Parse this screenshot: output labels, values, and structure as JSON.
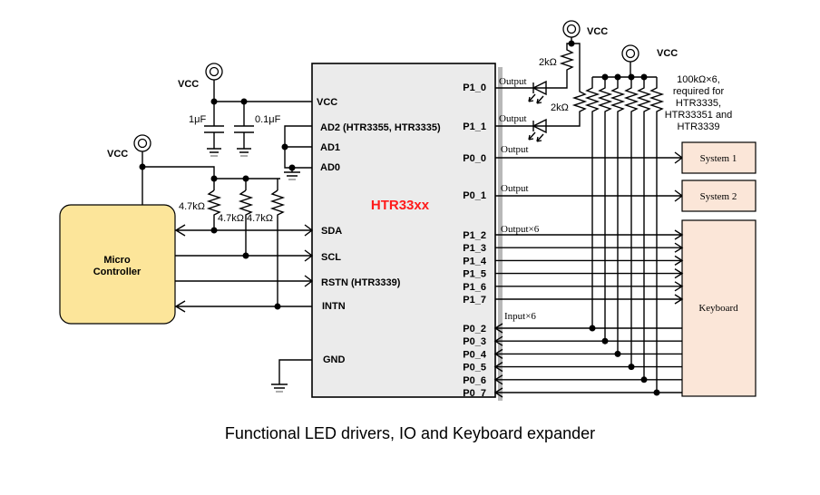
{
  "caption": "Functional LED drivers, IO and Keyboard expander",
  "colors": {
    "chip_fill": "#ebebeb",
    "chip_label": "#ff1a1a",
    "mcu_fill": "#fce59a",
    "block_fill": "#fbe6d8",
    "wire": "#000000"
  },
  "chip": {
    "name": "HTR33xx",
    "left_pins": {
      "vcc": "VCC",
      "ad2": "AD2 (HTR3355, HTR3335)",
      "ad1": "AD1",
      "ad0": "AD0",
      "sda": "SDA",
      "scl": "SCL",
      "rstn": "RSTN (HTR3339)",
      "intn": "INTN",
      "gnd": "GND"
    },
    "right_pins": {
      "p1_0": "P1_0",
      "p1_1": "P1_1",
      "p0_0": "P0_0",
      "p0_1": "P0_1",
      "p1_group": [
        "P1_2",
        "P1_3",
        "P1_4",
        "P1_5",
        "P1_6",
        "P1_7"
      ],
      "p0_group": [
        "P0_2",
        "P0_3",
        "P0_4",
        "P0_5",
        "P0_6",
        "P0_7"
      ]
    }
  },
  "power": {
    "vcc_label": "VCC",
    "cap1": "1μF",
    "cap2": "0.1μF",
    "pullup_r1": "4.7kΩ",
    "pullup_r2": "4.7kΩ",
    "pullup_r3": "4.7kΩ",
    "led_r1": "2kΩ",
    "led_r2": "2kΩ",
    "kbd_resistor_note": [
      "100kΩ×6,",
      "required for",
      "HTR3335,",
      "HTR33351 and",
      "HTR3339"
    ]
  },
  "mcu": {
    "line1": "Micro",
    "line2": "Controller"
  },
  "signals": {
    "output_p1_0": "Output",
    "output_p1_1": "Output",
    "output_p0_0": "Output",
    "output_p0_1": "Output",
    "output_x6": "Output×6",
    "input_x6": "Input×6"
  },
  "blocks": {
    "system1": "System 1",
    "system2": "System 2",
    "keyboard": "Keyboard"
  }
}
